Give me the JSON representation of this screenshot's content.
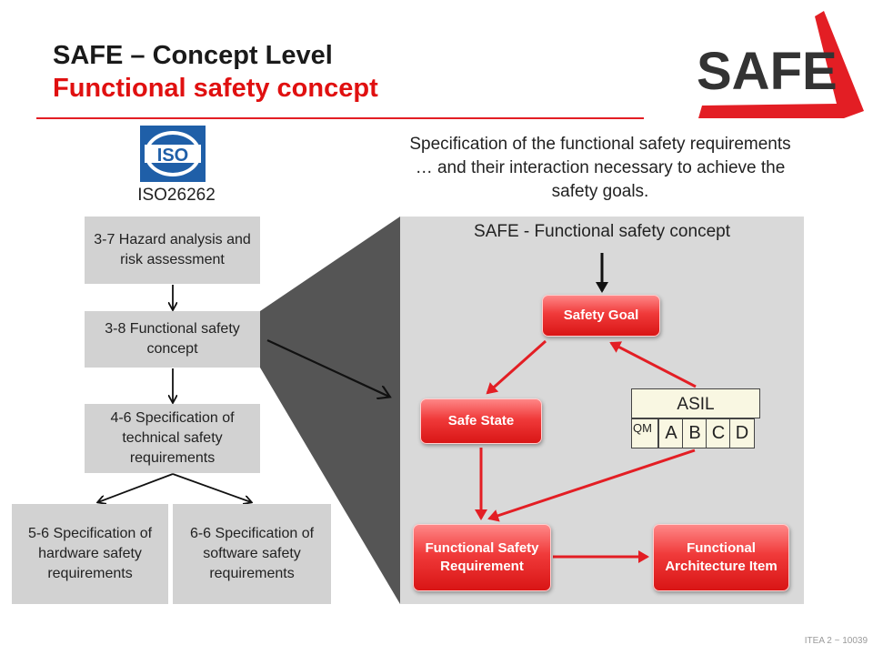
{
  "header": {
    "title": "SAFE – Concept Level",
    "subtitle": "Functional safety concept"
  },
  "logo": {
    "text": "SAFE",
    "color": "#e31e24"
  },
  "iso": {
    "logo_text": "ISO",
    "caption": "ISO26262"
  },
  "intro_text": "Specification of the functional safety requirements … and their interaction necessary to achieve the safety goals.",
  "process_boxes": {
    "hazard": "3-7 Hazard analysis and risk assessment",
    "fsc": "3-8 Functional safety concept",
    "tsr": "4-6 Specification of technical safety requirements",
    "hw": "5-6 Specification of hardware safety requirements",
    "sw": "6-6 Specification of software safety requirements"
  },
  "panel": {
    "title": "SAFE - Functional safety concept",
    "safety_goal": "Safety Goal",
    "safe_state": "Safe State",
    "fsr": "Functional Safety Requirement",
    "fai": "Functional Architecture Item",
    "asil": {
      "label": "ASIL",
      "levels": [
        "QM",
        "A",
        "B",
        "C",
        "D"
      ]
    }
  },
  "colors": {
    "accent": "#e31e24",
    "box_gray": "#d2d2d2",
    "panel_gray": "#d9d9d9",
    "funnel": "#555555"
  },
  "footer": "ITEA 2 ~ 10039"
}
